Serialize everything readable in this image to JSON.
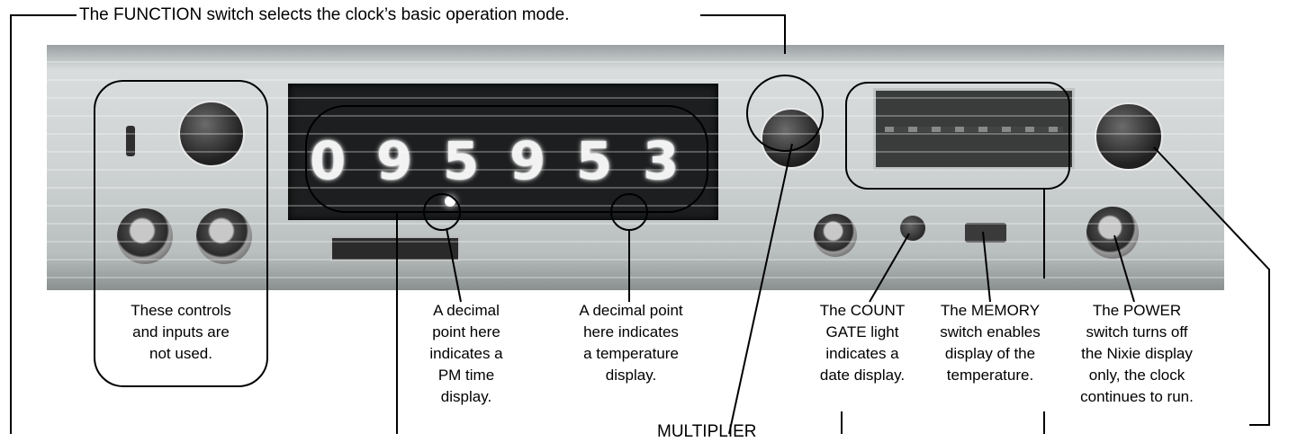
{
  "top_caption": "The FUNCTION switch selects the clock’s basic operation mode.",
  "display_digits": [
    "0",
    "9",
    "5",
    "9",
    "5",
    "3"
  ],
  "callouts": {
    "unused_controls": "These controls\nand inputs are\nnot used.",
    "pm_decimal": "A decimal\npoint here\nindicates a\nPM time\ndisplay.",
    "temp_decimal": "A decimal point\nhere indicates\na temperature\ndisplay.",
    "count_gate": "The COUNT\nGATE light\nindicates a\ndate display.",
    "memory": "The MEMORY\nswitch enables\ndisplay of the\ntemperature.",
    "power": "The POWER\nswitch turns off\nthe Nixie display\nonly, the clock\ncontinues to run."
  },
  "cut_off_caption": "MULTIPLIER",
  "colors": {
    "line": "#000000",
    "background": "#ffffff",
    "nixie_glow": "#f2f2f2"
  }
}
